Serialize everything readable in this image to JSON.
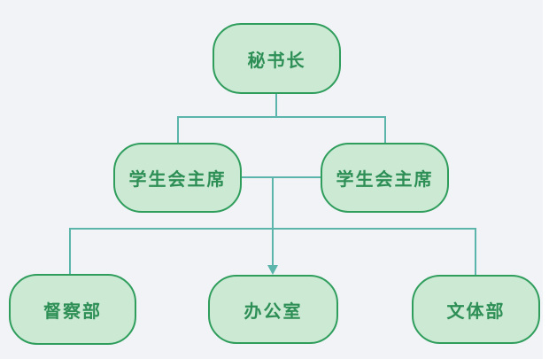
{
  "palette": {
    "bg": "#f2f3f7",
    "node_fill": "#cbe9d3",
    "node_border": "#2f9d5c",
    "node_text": "#2d8f55",
    "connector": "#5bb5ab",
    "edge_strip": "#ffffff"
  },
  "org_chart": {
    "type": "org-chart",
    "nodes": [
      {
        "id": "secretary_general",
        "label": "秘书长",
        "row": 1
      },
      {
        "id": "president_left",
        "label": "学生会主席",
        "row": 2
      },
      {
        "id": "president_right",
        "label": "学生会主席",
        "row": 2
      },
      {
        "id": "supervision_dept",
        "label": "督察部",
        "row": 3
      },
      {
        "id": "office",
        "label": "办公室",
        "row": 3
      },
      {
        "id": "culture_sports_dept",
        "label": "文体部",
        "row": 3
      }
    ],
    "edges": [
      {
        "from": "secretary_general",
        "to": "president_left",
        "arrow": false
      },
      {
        "from": "secretary_general",
        "to": "president_right",
        "arrow": false
      },
      {
        "from": "president_left",
        "to": "president_right",
        "arrow": false
      },
      {
        "from": "presidents_link_midpoint",
        "to": "supervision_dept",
        "arrow": false
      },
      {
        "from": "presidents_link_midpoint",
        "to": "office",
        "arrow": true
      },
      {
        "from": "presidents_link_midpoint",
        "to": "culture_sports_dept",
        "arrow": false
      }
    ]
  }
}
